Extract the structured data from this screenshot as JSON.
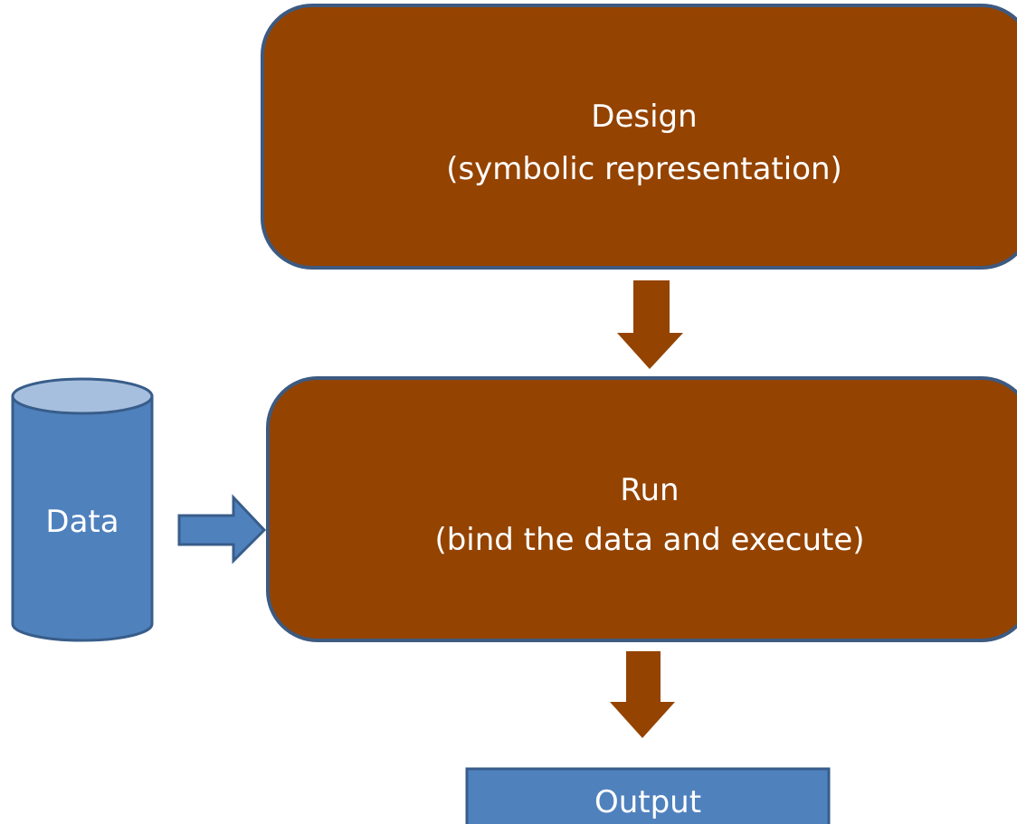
{
  "design": {
    "title": "Design",
    "subtitle": "(symbolic representation)"
  },
  "run": {
    "title": "Run",
    "subtitle": "(bind the data and execute)"
  },
  "data_store": {
    "label": "Data"
  },
  "output": {
    "label": "Output"
  },
  "colors": {
    "process_fill": "#944300",
    "process_stroke": "#3d5a80",
    "blue_fill": "#4f81bd",
    "blue_stroke": "#385d8a",
    "cylinder_top": "#a7bfde",
    "arrow_brown": "#944300"
  }
}
